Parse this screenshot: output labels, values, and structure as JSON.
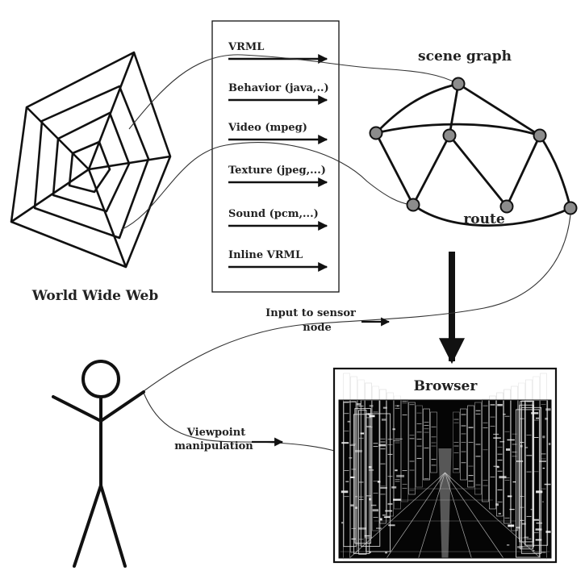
{
  "title": {
    "www": "World Wide Web",
    "scene_graph": "scene graph",
    "route": "route",
    "browser": "Browser"
  },
  "media_types": [
    "VRML",
    "Behavior (java,..)",
    "Video (mpeg)",
    "Texture (jpeg,...)",
    "Sound (pcm,...)",
    "Inline VRML"
  ],
  "edges": {
    "sensor_line1": "Input to sensor",
    "sensor_line2": "node",
    "viewpoint_line1": "Viewpoint",
    "viewpoint_line2": "manipulation"
  },
  "colors": {
    "ink": "#111111",
    "node_fill": "#8c8c8c",
    "screen_bg": "#050505",
    "screen_line": "#d8d8d8"
  }
}
